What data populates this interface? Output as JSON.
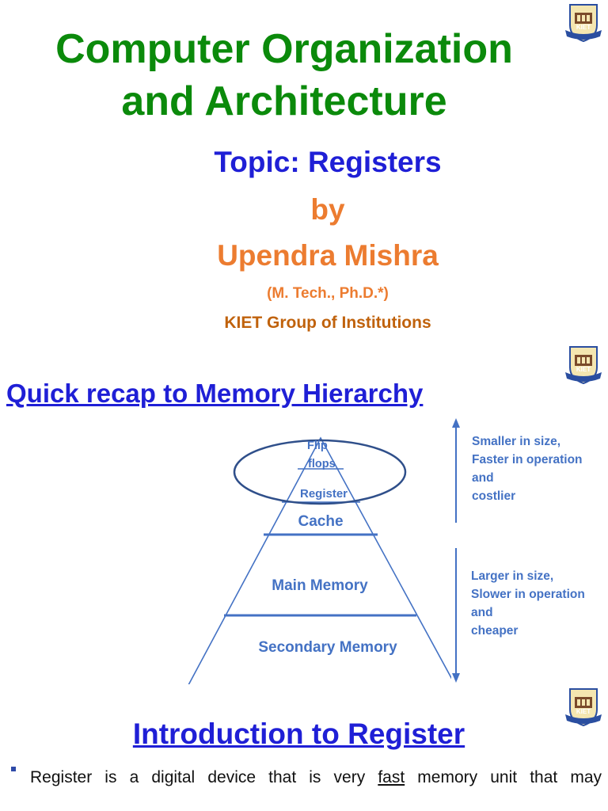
{
  "slide1": {
    "title_line1": "Computer Organization",
    "title_line2": "and Architecture",
    "topic": "Topic: Registers",
    "by": "by",
    "author": "Upendra Mishra",
    "credentials": "(M. Tech., Ph.D.*)",
    "institution": "KIET Group of Institutions",
    "logo_text": "KIET"
  },
  "slide2": {
    "heading": "Quick recap to Memory Hierarchy",
    "levels": {
      "flipflops_line1": "Flip",
      "flipflops_line2": "flops",
      "register": "Register",
      "cache": "Cache",
      "main_memory": "Main Memory",
      "secondary_memory": "Secondary Memory"
    },
    "top_note": [
      "Smaller in size,",
      "Faster in operation",
      "and",
      "costlier"
    ],
    "bottom_note": [
      "Larger in size,",
      "Slower in operation",
      "and",
      "cheaper"
    ],
    "logo_text": "KIET"
  },
  "slide3": {
    "heading": "Introduction to Register",
    "bullet_before": "Register is a digital device that is very ",
    "bullet_emph": "fast",
    "bullet_after": " memory unit that may",
    "logo_text": "KIET"
  },
  "colors": {
    "title_green": "#0b8a0b",
    "heading_blue": "#1f1fd6",
    "author_orange": "#ec7c30",
    "institution_brown": "#c0620c",
    "diagram_blue": "#4472c4"
  }
}
